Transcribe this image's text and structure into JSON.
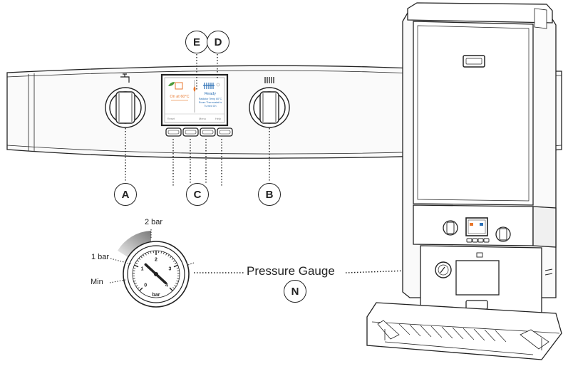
{
  "callouts": {
    "a": "A",
    "b": "B",
    "c": "C",
    "d": "D",
    "e": "E",
    "n": "N"
  },
  "pressure_gauge": {
    "title": "Pressure Gauge",
    "label_2bar": "2 bar",
    "label_1bar": "1 bar",
    "label_min": "Min",
    "dial_numbers": [
      "0",
      "1",
      "2",
      "3",
      "4"
    ],
    "unit": "bar",
    "needle_value_bar": 1.3
  },
  "display": {
    "left_status": "On at 60°C",
    "right_status": "Ready",
    "right_line1": "Radiator Temp 60°C",
    "right_line2": "Room Thermostat is",
    "right_line3": "Turned On",
    "soft_keys": [
      "Reset",
      "Menu",
      "Help"
    ]
  },
  "colors": {
    "line": "#222222",
    "panel_fill": "#f7f7f7",
    "screen_bg": "#ffffff",
    "accent_orange": "#e8762b",
    "accent_blue": "#2a6fb5",
    "accent_green": "#4a9a3a",
    "gauge_band": "#888888"
  },
  "icons": [
    "tap-icon",
    "radiator-icon",
    "boiler-icon",
    "clock-icon"
  ]
}
